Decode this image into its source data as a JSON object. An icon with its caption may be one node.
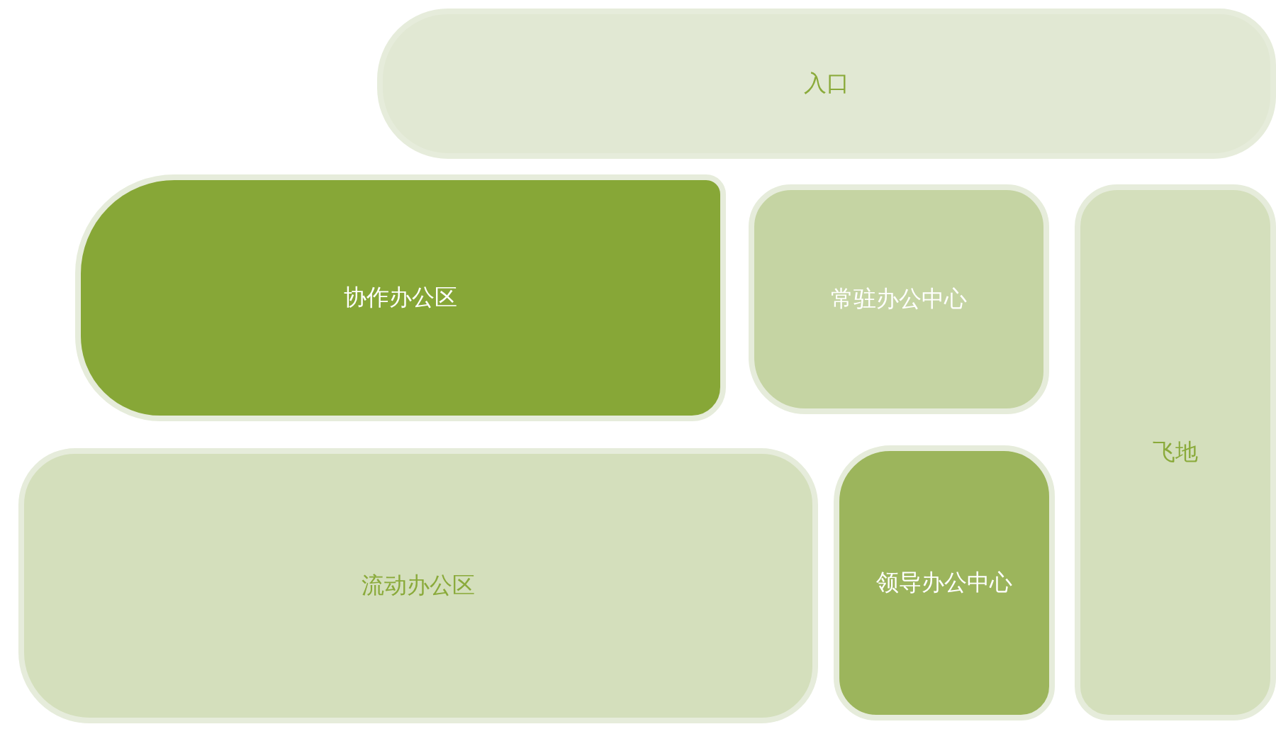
{
  "diagram": {
    "nodes": [
      {
        "text": [
          "入口"
        ]
      },
      {
        "text": [
          "协作办公区"
        ]
      },
      {
        "text": [
          "常驻办公中心"
        ]
      },
      {
        "text": [
          "飞地"
        ]
      },
      {
        "text": [
          "流动办公区"
        ]
      },
      {
        "text": [
          "领导办公中心"
        ]
      }
    ]
  }
}
